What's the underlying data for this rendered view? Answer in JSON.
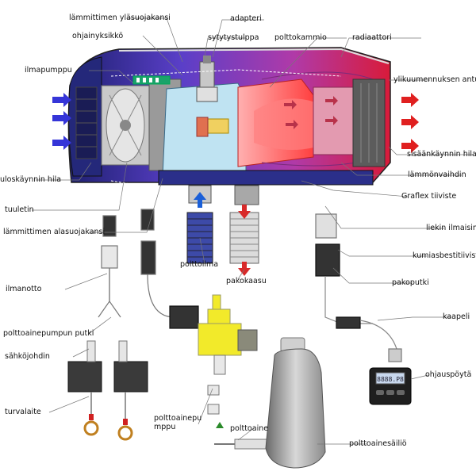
{
  "labels": {
    "top_cover": "lämmittimen yläsuojakansi",
    "adapter": "adapteri",
    "control_unit": "ohjainyksikkö",
    "glow_plug": "sytytystulppa",
    "combustion_chamber": "polttokammio",
    "radiator": "radiaattori",
    "air_pump": "ilmapumppu",
    "overheat_antenna": "ylikuumennuksen anturi",
    "start_grille": "sisäänkäynnin hila",
    "exit_grille": "uloskäynnin hila",
    "heat_exchanger": "lämmönvaihdin",
    "fan": "tuuletin",
    "graflex_seal": "Graflex tiiviste",
    "flame_indicator": "liekin ilmaisin",
    "bottom_cover": "lämmittimen alasuojakansi",
    "rubber_insulator": "kumiasbestitiiviste",
    "combustion_air": "polttoilma",
    "air_intake": "ilmanotto",
    "exhaust_pipe": "pakoputki",
    "exhaust_gas": "pakokaasu",
    "cable": "kaapeli",
    "fuel_pump_pipe": "polttoainepumpun putki",
    "power_cord": "sähköjohdin",
    "control_panel": "ohjauspöytä",
    "fuse": "turvalaite",
    "fuel_pump": "polttoainepu\nmppu",
    "fuel": "polttoaine",
    "fuel_tank": "polttoainesäiliö"
  },
  "display": {
    "readout": "8888.P8"
  },
  "colors": {
    "housing_dark": "#2b2f8a",
    "housing_purple": "#7a3fd0",
    "flame": "#ff6a6a",
    "heat_red": "#d81b3a",
    "inner_blue": "#bfe3f2",
    "fuel_pump_yellow": "#f2ea2a",
    "arrow_blue": "#3535d8",
    "arrow_red": "#e02020"
  },
  "icons": [
    "fan-icon",
    "inlet-arrow-icon",
    "outlet-arrow-icon",
    "fuse-icon",
    "fuel-drop-icon"
  ]
}
